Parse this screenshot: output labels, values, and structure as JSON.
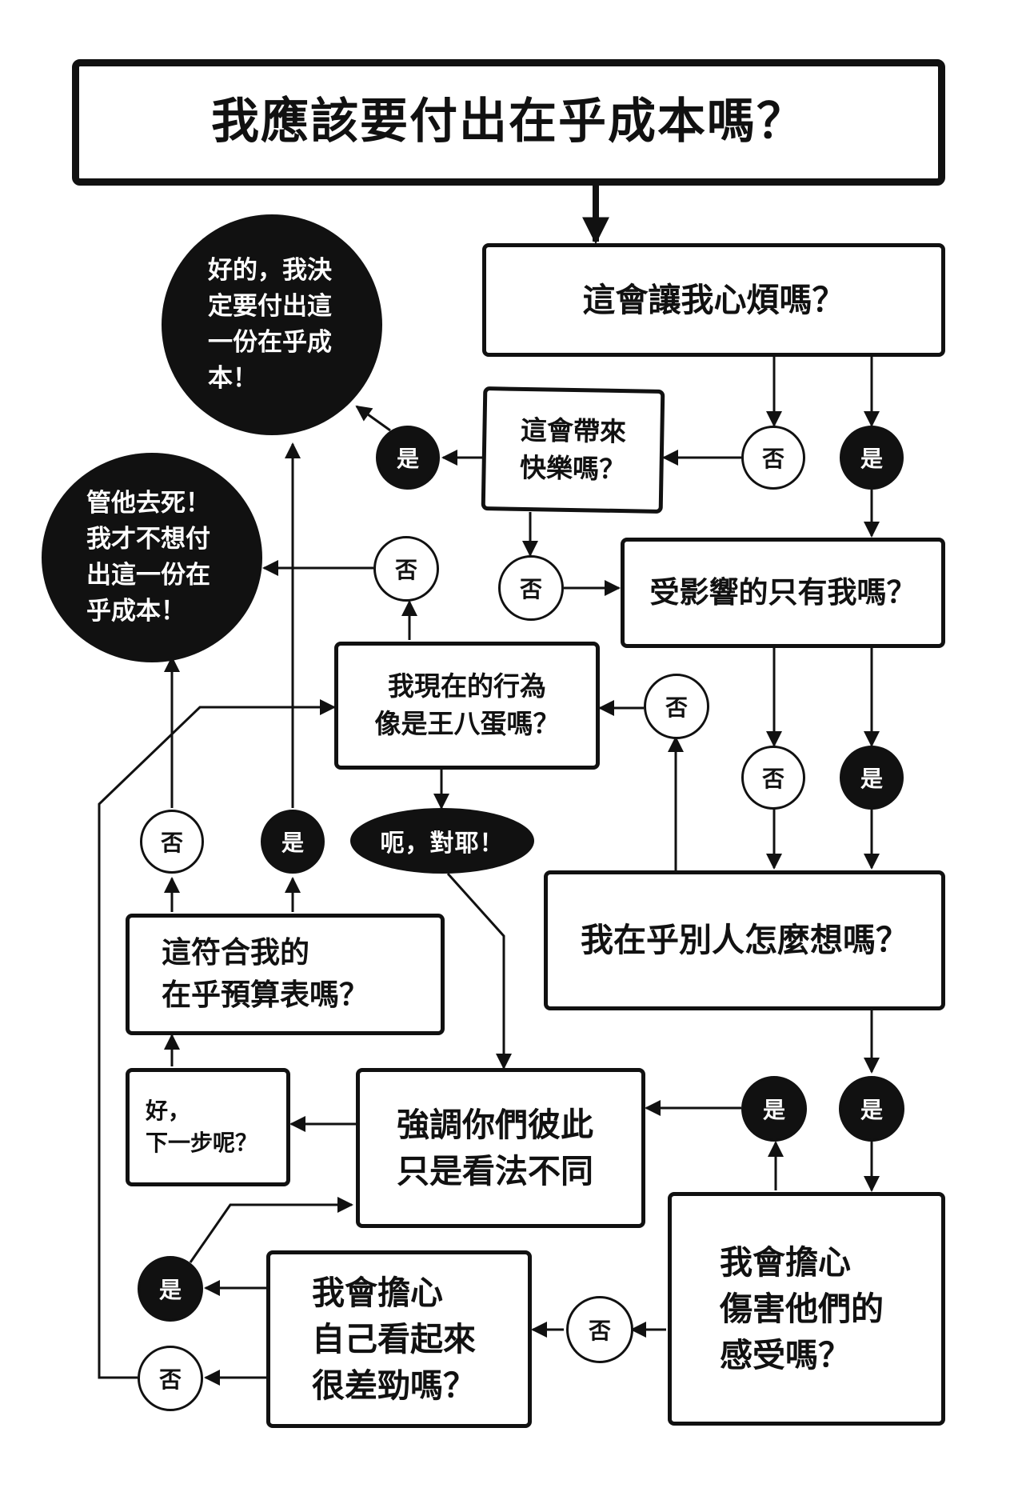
{
  "title": "我應該要付出在乎成本嗎？",
  "questions": {
    "upset": "這會讓我心煩嗎？",
    "happy": "這會帶來\n快樂嗎？",
    "only_me": "受影響的只有我嗎？",
    "jerk": "我現在的行為\n像是王八蛋嗎？",
    "care_others": "我在乎別人怎麼想嗎？",
    "budget": "這符合我的\n在乎預算表嗎？",
    "emphasize": "強調你們彼此\n只是看法不同",
    "next_step": "好，\n下一步呢？",
    "hurt_feelings": "我會擔心\n傷害他們的\n感受嗎？",
    "look_bad": "我會擔心\n自己看起來\n很差勁嗎？"
  },
  "outcomes": {
    "pay": "好的，我決\n定要付出這\n一份在乎成\n本！",
    "refuse": "管他去死！\n我才不想付\n出這一份在\n乎成本！",
    "admit": "呃，對耶！"
  },
  "answers": {
    "yes": "是",
    "no": "否"
  },
  "colors": {
    "ink": "#111111",
    "paper": "#ffffff"
  }
}
